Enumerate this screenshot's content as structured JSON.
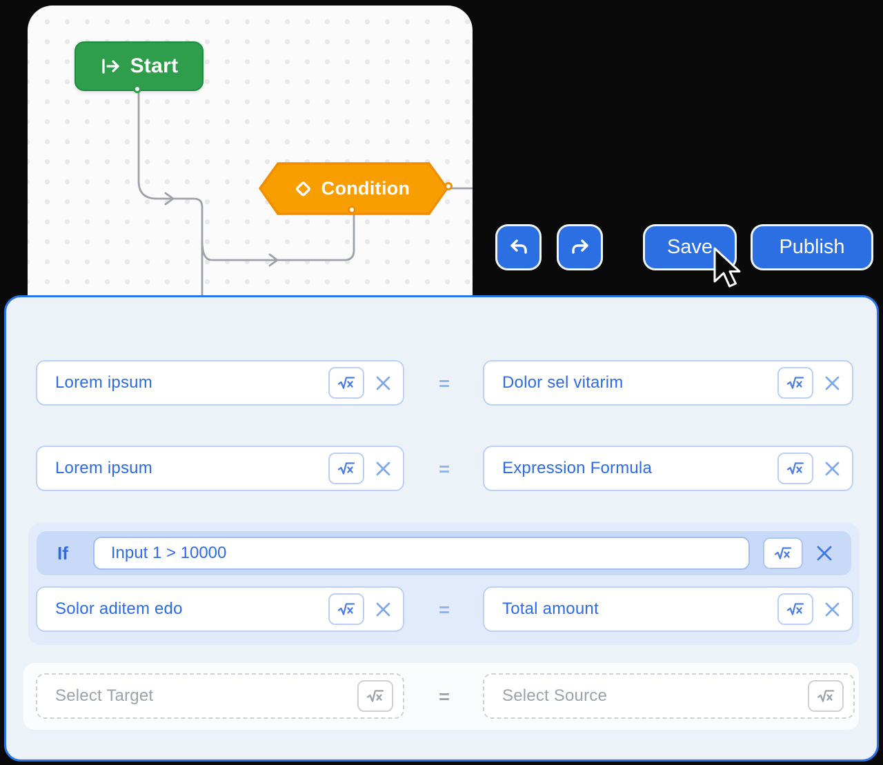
{
  "canvas": {
    "nodes": [
      {
        "type": "start",
        "label": "Start"
      },
      {
        "type": "condition",
        "label": "Condition"
      }
    ]
  },
  "toolbar": {
    "save_label": "Save",
    "publish_label": "Publish"
  },
  "panel": {
    "equals": "=",
    "rows": [
      {
        "target": "Lorem ipsum",
        "source": "Dolor sel vitarim"
      },
      {
        "target": "Lorem ipsum",
        "source": "Expression Formula"
      }
    ],
    "if_block": {
      "label": "If",
      "expression": "Input 1 > 10000",
      "row": {
        "target": "Solor aditem edo",
        "source": "Total amount"
      }
    },
    "empty_row": {
      "target_placeholder": "Select Target",
      "source_placeholder": "Select Source"
    }
  },
  "icons": {
    "start": "|→",
    "condition": "◇",
    "undo": "↶",
    "redo": "↷",
    "formula": "√x",
    "clear": "×",
    "cursor": "➤"
  },
  "colors": {
    "accent_blue": "#2B6FE2",
    "panel_border": "#2575E8",
    "panel_bg": "#EDF1F8",
    "field_text_blue": "#2C6BE4",
    "if_strip_bg": "#C8DAF7",
    "if_outer_bg": "#E2EBFB",
    "node_green": "#2F9E4C",
    "node_orange": "#F99E00",
    "edge_gray": "#9EA2A8",
    "muted_gray": "#9CA2AA",
    "background": "#0A0A0B"
  }
}
